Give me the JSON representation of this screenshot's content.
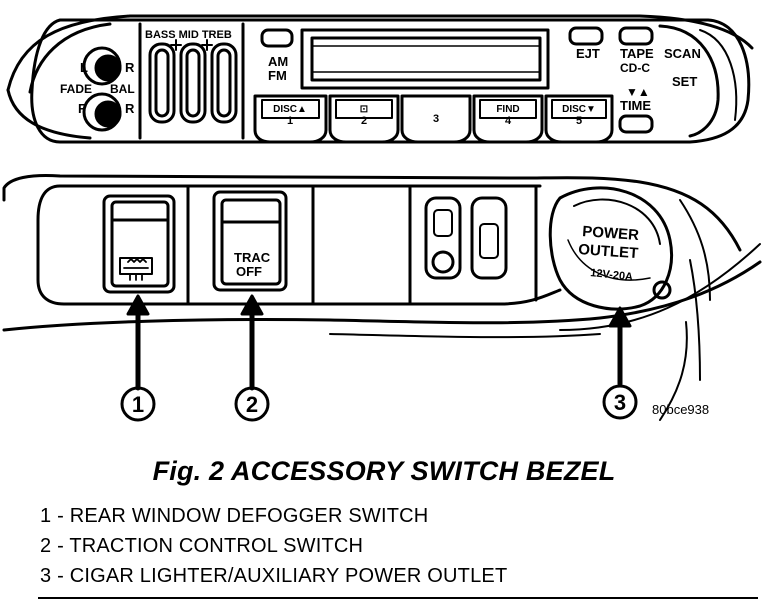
{
  "radio": {
    "fade_label": "FADE",
    "bal_label": "BAL",
    "l_label": "L",
    "r_label_top": "R",
    "f_label": "F",
    "r_label_bottom": "R",
    "bass_mid_treb_label": "BASS MID TREB",
    "am_label": "AM",
    "fm_label": "FM",
    "ejt_label": "EJT",
    "tape_label": "TAPE",
    "cdc_label": "CD-C",
    "scan_label": "SCAN",
    "set_label": "SET",
    "time_label": "TIME",
    "preset_buttons": [
      {
        "top": "DISC▲",
        "bottom": "1"
      },
      {
        "top": "⊡",
        "bottom": "2"
      },
      {
        "top": "",
        "bottom": "3"
      },
      {
        "top": "FIND",
        "bottom": "4"
      },
      {
        "top": "DISC▼",
        "bottom": "5"
      }
    ]
  },
  "bezel": {
    "trac_label": "TRAC",
    "off_label": "OFF",
    "outlet_line1": "POWER",
    "outlet_line2": "OUTLET",
    "outlet_rating": "12V-20A"
  },
  "callouts": [
    "1",
    "2",
    "3"
  ],
  "figure_code": "80bce938",
  "caption": "Fig. 2 ACCESSORY SWITCH BEZEL",
  "legend": [
    "1 - REAR WINDOW DEFOGGER SWITCH",
    "2 - TRACTION CONTROL SWITCH",
    "3 - CIGAR LIGHTER/AUXILIARY POWER OUTLET"
  ]
}
